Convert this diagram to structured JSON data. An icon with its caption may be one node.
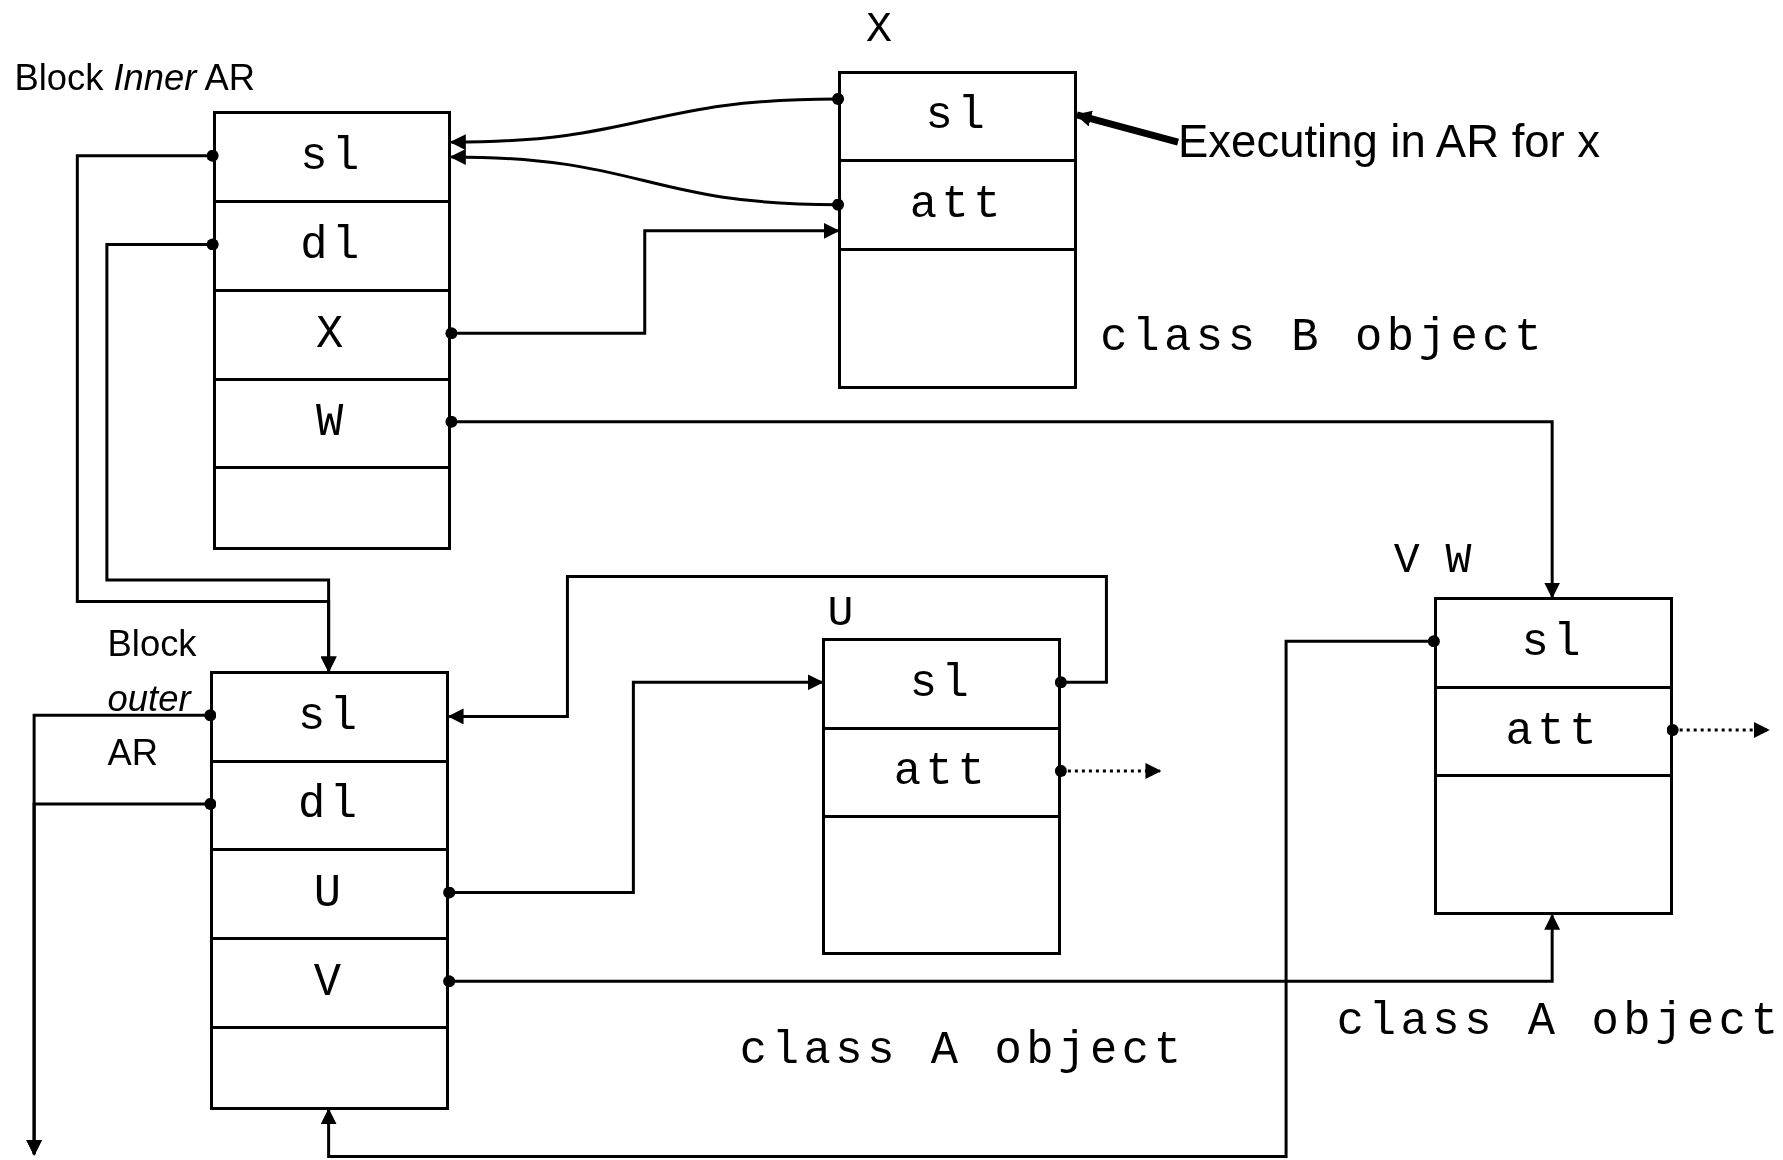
{
  "diagram": {
    "nodes": [
      {
        "text": [
          "Block *Inner* AR"
        ]
      },
      {
        "text": [
          "sl"
        ],
        "in": 0
      },
      {
        "text": [
          "dl"
        ],
        "in": 0
      },
      {
        "text": [
          "X"
        ],
        "in": 0
      },
      {
        "text": [
          "W"
        ],
        "in": 0
      },
      {
        "text": [],
        "shape": "box",
        "in": 0
      },
      {
        "text": [
          "X"
        ],
        "beside": [
          "class B object"
        ]
      },
      {
        "text": [
          "sl"
        ],
        "in": 6
      },
      {
        "text": [
          "att"
        ],
        "in": 6
      },
      {
        "text": [],
        "shape": "box",
        "in": 6
      },
      {
        "text": [
          "Executing in AR for x"
        ]
      },
      {
        "text": [
          "Block *outer* AR"
        ]
      },
      {
        "text": [
          "sl"
        ],
        "in": 11
      },
      {
        "text": [
          "dl"
        ],
        "in": 11
      },
      {
        "text": [
          "U"
        ],
        "in": 11
      },
      {
        "text": [
          "V"
        ],
        "in": 11
      },
      {
        "text": [],
        "shape": "box",
        "in": 11
      },
      {
        "text": [
          "U"
        ],
        "beside": [
          "class A object"
        ]
      },
      {
        "text": [
          "sl"
        ],
        "in": 17
      },
      {
        "text": [
          "att"
        ],
        "in": 17
      },
      {
        "text": [],
        "shape": "box",
        "in": 17
      },
      {
        "text": [
          "V W"
        ],
        "beside": [
          "class A object"
        ]
      },
      {
        "text": [
          "sl"
        ],
        "in": 21
      },
      {
        "text": [
          "att"
        ],
        "in": 21
      },
      {
        "text": [],
        "shape": "box",
        "in": 21
      }
    ],
    "edges": [
      {
        "from": 1,
        "to": 12,
        "arrow": "to"
      },
      {
        "from": 2,
        "to": 12,
        "arrow": "to"
      },
      {
        "from": 3,
        "to": 6,
        "arrow": "to"
      },
      {
        "from": 4,
        "to": 21,
        "arrow": "to"
      },
      {
        "from": 7,
        "to": 1,
        "arrow": "to"
      },
      {
        "from": 8,
        "to": 1,
        "arrow": "to"
      },
      {
        "from": 10,
        "to": 7,
        "arrow": "to",
        "style": "thick"
      },
      {
        "from": 12,
        "to": null,
        "arrow": "to"
      },
      {
        "from": 13,
        "to": null,
        "arrow": "to"
      },
      {
        "from": 14,
        "to": 17,
        "arrow": "to"
      },
      {
        "from": 18,
        "to": 12,
        "arrow": "to"
      },
      {
        "from": 19,
        "to": null,
        "arrow": "to",
        "style": "dashed"
      },
      {
        "from": 15,
        "to": 21,
        "arrow": "to"
      },
      {
        "from": 22,
        "to": 11,
        "arrow": "to"
      },
      {
        "from": 23,
        "to": null,
        "arrow": "to",
        "style": "dashed"
      }
    ]
  }
}
